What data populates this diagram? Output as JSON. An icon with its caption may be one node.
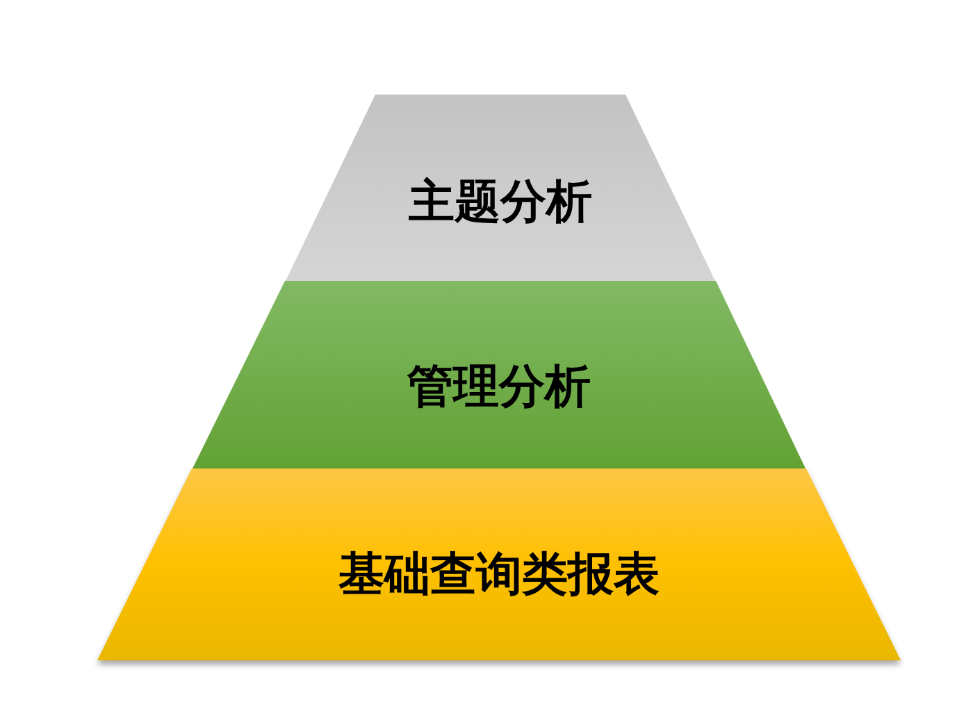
{
  "diagram": {
    "nodes": [
      {
        "text": [
          "主题分析"
        ]
      },
      {
        "text": [
          "管理分析"
        ]
      },
      {
        "text": [
          "基础查询类报表"
        ]
      }
    ]
  }
}
